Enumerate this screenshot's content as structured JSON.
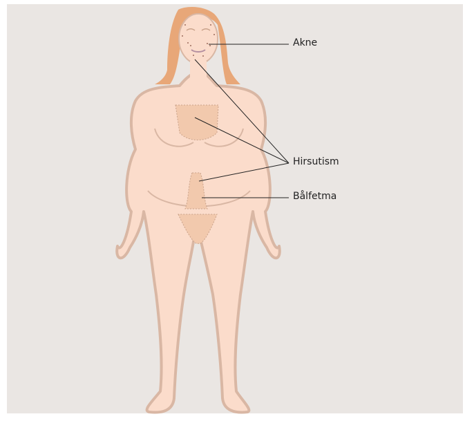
{
  "labels": {
    "acne": "Akne",
    "hirsutism": "Hirsutism",
    "obesity": "Bålfetma"
  },
  "colors": {
    "background": "#eae6e3",
    "skin": "#fbdccb",
    "skin_outline": "#d9b7a4",
    "hair": "#e8a778",
    "body_hair": "#c9a28a",
    "leader_line": "#222222"
  }
}
